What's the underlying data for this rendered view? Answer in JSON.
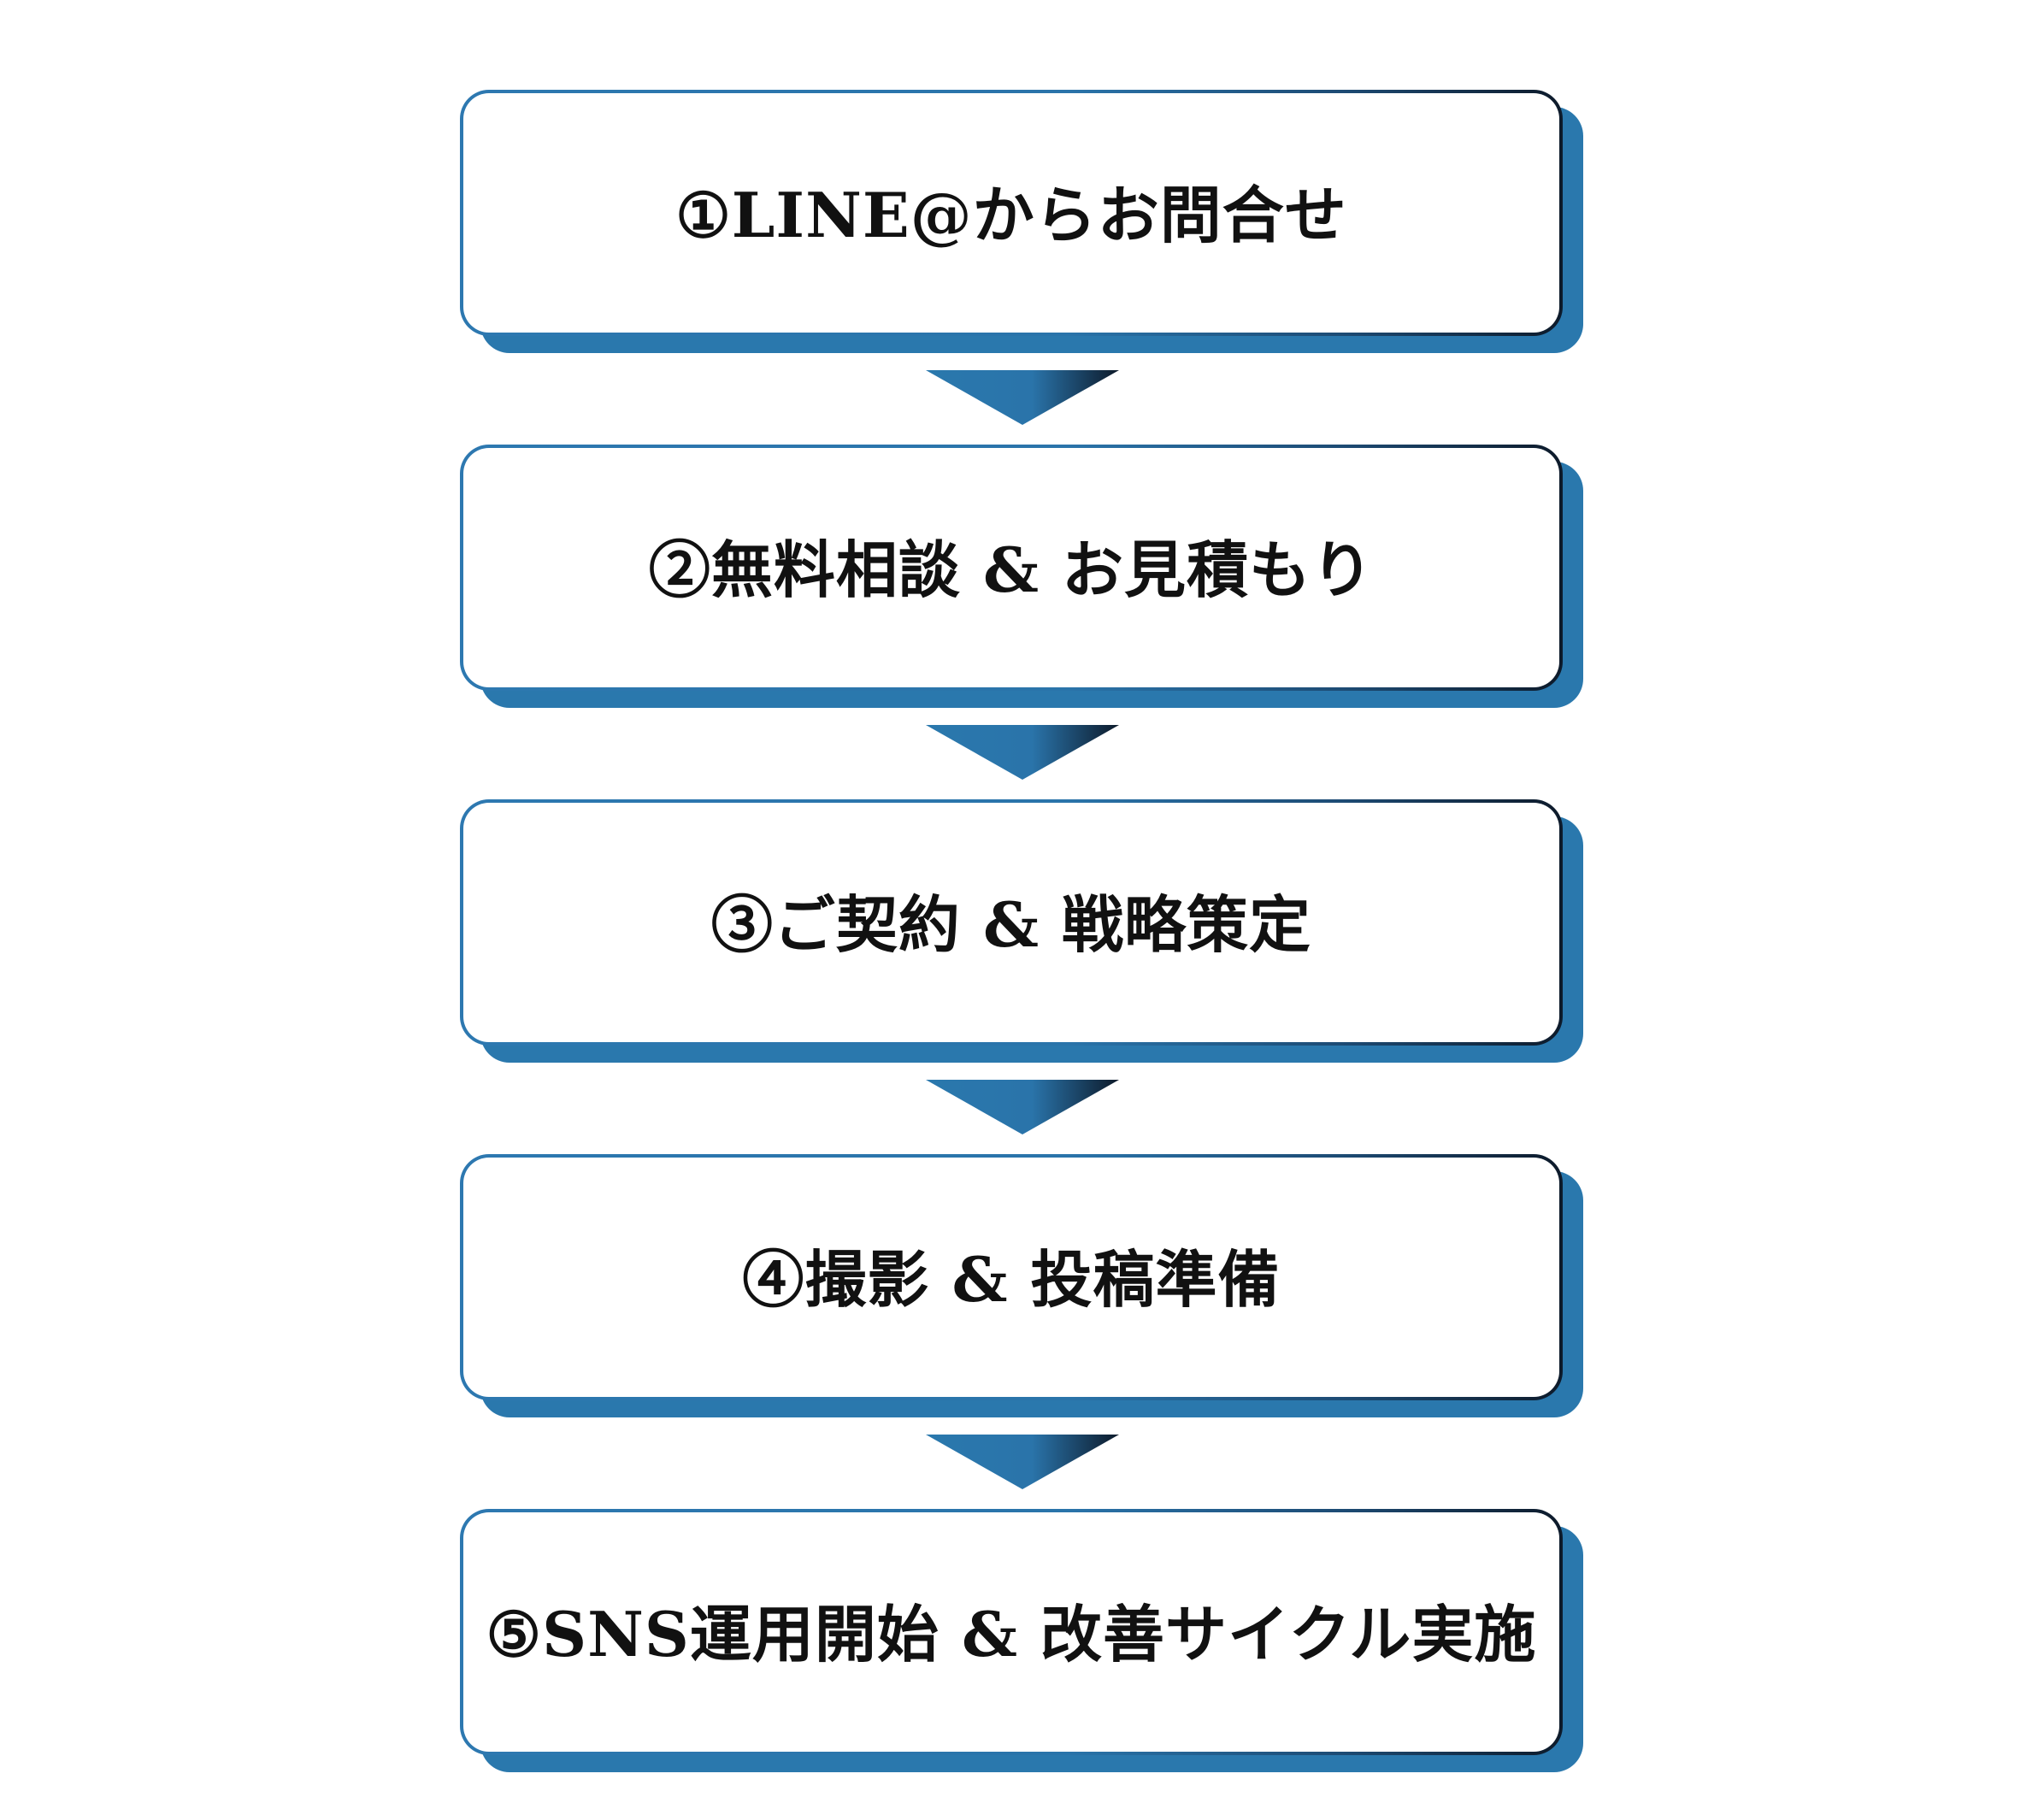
{
  "steps": [
    {
      "label": "①LINE@からお問合せ"
    },
    {
      "label": "②無料相談 & お見積もり"
    },
    {
      "label": "③ご契約 & 戦略策定"
    },
    {
      "label": "④撮影 & 投稿準備"
    },
    {
      "label": "⑤SNS運用開始 & 改善サイクル実施"
    }
  ],
  "colors": {
    "accent": "#2a78ad",
    "accent_dark": "#0d1a2a",
    "text": "#111111",
    "background": "#ffffff"
  },
  "icons": {
    "connector": "down-triangle-arrow-icon"
  }
}
